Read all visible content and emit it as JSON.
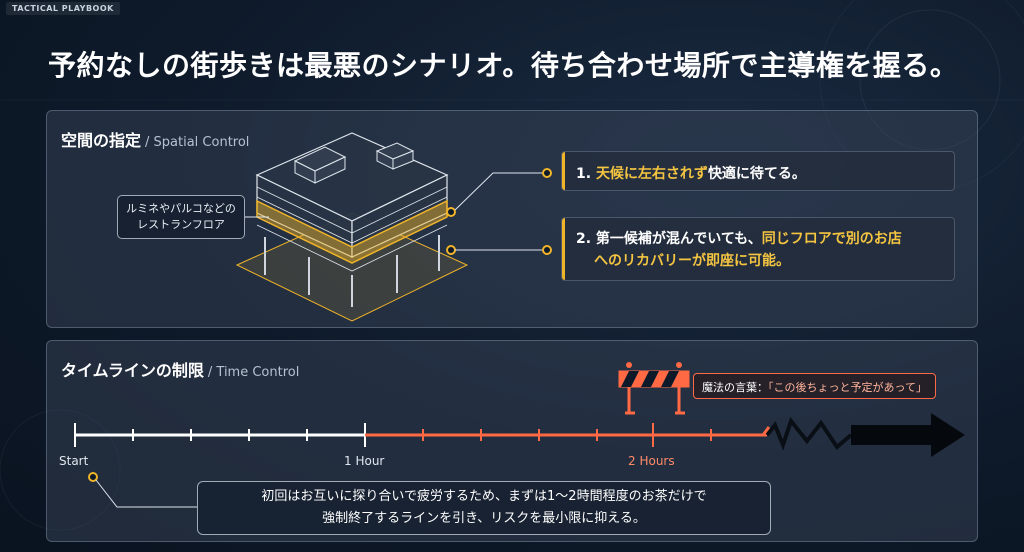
{
  "tag": "TACTICAL PLAYBOOK",
  "headline": "予約なしの街歩きは最悪のシナリオ。待ち合わせ場所で主導権を握る。",
  "spatial": {
    "title": "空間の指定",
    "subtitle": "/ Spatial Control",
    "callout_line1": "ルミネやパルコなどの",
    "callout_line2": "レストランフロア",
    "point1": {
      "prefix": "1. ",
      "highlight": "天候に左右されず",
      "rest": "快適に待てる。"
    },
    "point2": {
      "line1_plain": "2. 第一候補が混んでいても、",
      "line1_hl": "同じフロアで別のお店",
      "line2_hl": "へのリカバリーが即座に可能。"
    }
  },
  "time": {
    "title": "タイムラインの制限",
    "subtitle": "/ Time Control",
    "label_start": "Start",
    "label_1h": "1 Hour",
    "label_2h": "2 Hours",
    "magic_label": "魔法の言葉：",
    "magic_quote": "「この後ちょっと予定があって」",
    "note_line1": "初回はお互いに探り合いで疲労するため、まずは1〜2時間程度のお茶だけで",
    "note_line2": "強制終了するラインを引き、リスクを最小限に抑える。"
  },
  "colors": {
    "accent_gold": "#f0b429",
    "accent_orange": "#ff6a45",
    "timeline_white": "#ffffff"
  }
}
